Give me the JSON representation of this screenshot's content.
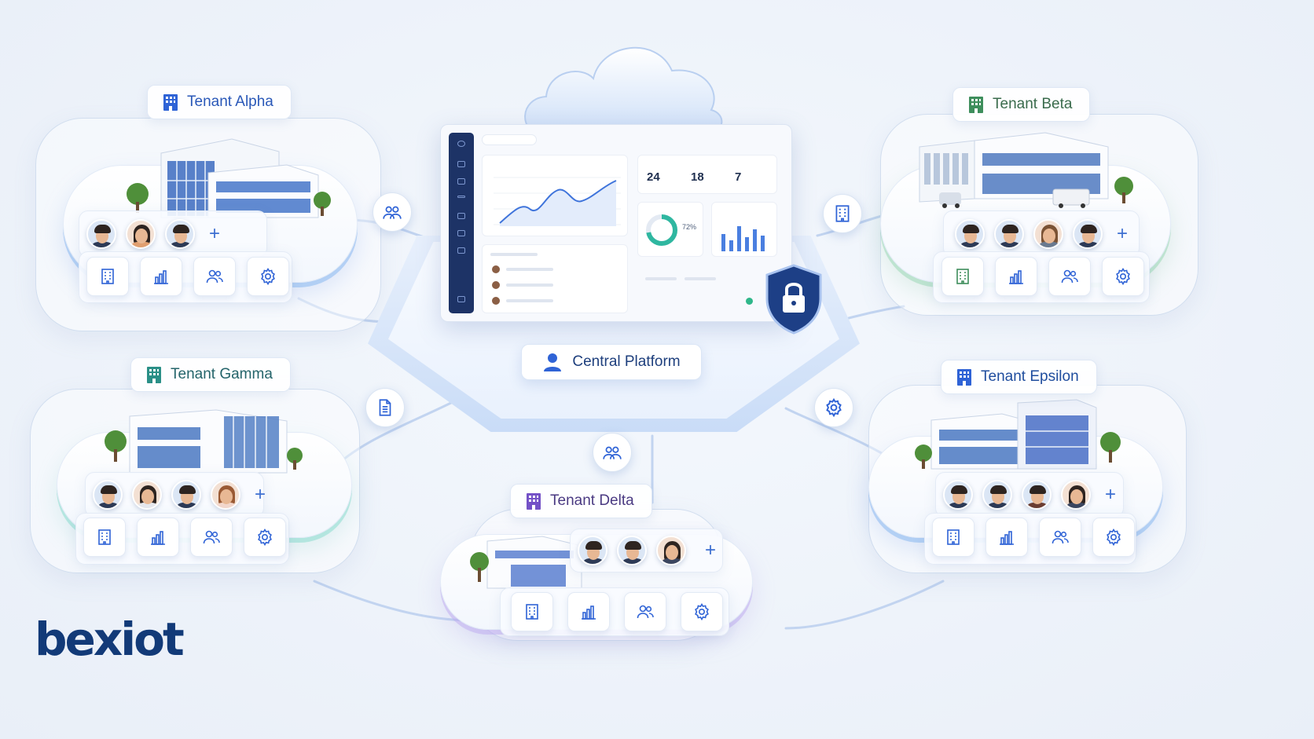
{
  "central": {
    "label": "Central Platform"
  },
  "dashboard": {
    "stats": [
      "24",
      "18",
      "7"
    ],
    "donut_percent": "72%"
  },
  "tenants": [
    {
      "name": "Tenant Alpha",
      "color": "#2f63d6"
    },
    {
      "name": "Tenant Beta",
      "color": "#3e8e5c"
    },
    {
      "name": "Tenant Gamma",
      "color": "#2a8f87"
    },
    {
      "name": "Tenant Delta",
      "color": "#7452c7"
    },
    {
      "name": "Tenant Epsilon",
      "color": "#2f63d6"
    }
  ],
  "icons": {
    "tile_icons": [
      "building-icon",
      "bar-chart-icon",
      "users-icon",
      "gear-icon"
    ],
    "avatar_add": "+"
  },
  "logo": {
    "text": "bexiot",
    "color": "#123a78"
  }
}
